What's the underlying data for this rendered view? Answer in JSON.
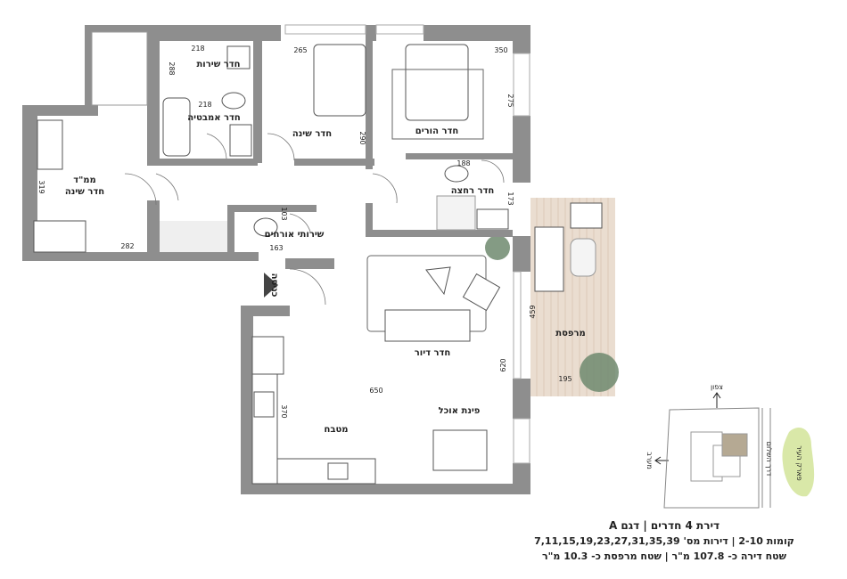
{
  "rooms": {
    "service": "חדר שירות",
    "bathroom": "חדר אמבטיה",
    "mamad_line1": "ממ\"ד",
    "mamad_line2": "חדר שינה",
    "bedroom": "חדר שינה",
    "master": "חדר הורים",
    "shower": "חדר רחצה",
    "guest_wc": "שירותי אורחים",
    "living": "חדר דיור",
    "balcony": "מרפסת",
    "dining": "פינת אוכל",
    "kitchen": "מטבח",
    "entrance": "כניסה"
  },
  "dimensions": {
    "service_w": "218",
    "service_h": "288",
    "bath_w": "218",
    "mamad_h": "319",
    "mamad_w": "282",
    "bedroom_w": "265",
    "bedroom_h": "290",
    "master_w": "350",
    "master_h": "275",
    "shower_w": "188",
    "shower_h": "173",
    "wc_w": "163",
    "wc_h": "103",
    "balcony_h": "459",
    "balcony_w": "195",
    "living_h": "620",
    "living_w": "650",
    "kitchen_h": "370"
  },
  "site_map": {
    "north": "צפון",
    "west": "מערב",
    "road": "דרך השלום",
    "park": "פארק העיר",
    "highlight_color": "#b5a993",
    "park_color": "#d9e8a8"
  },
  "caption": {
    "line1": "דירת 4 חדרים | דגם A",
    "line2": "קומות 2-10 | דירות מס' 7,11,15,19,23,27,31,35,39",
    "line3": "שטח דירה כ- 107.8 מ\"ר | שטח מרפסת כ- 10.3 מ\"ר"
  },
  "colors": {
    "wall": "#8e8e8e",
    "balcony_floor": "#eaddd0",
    "plant": "#6f8a6f"
  }
}
